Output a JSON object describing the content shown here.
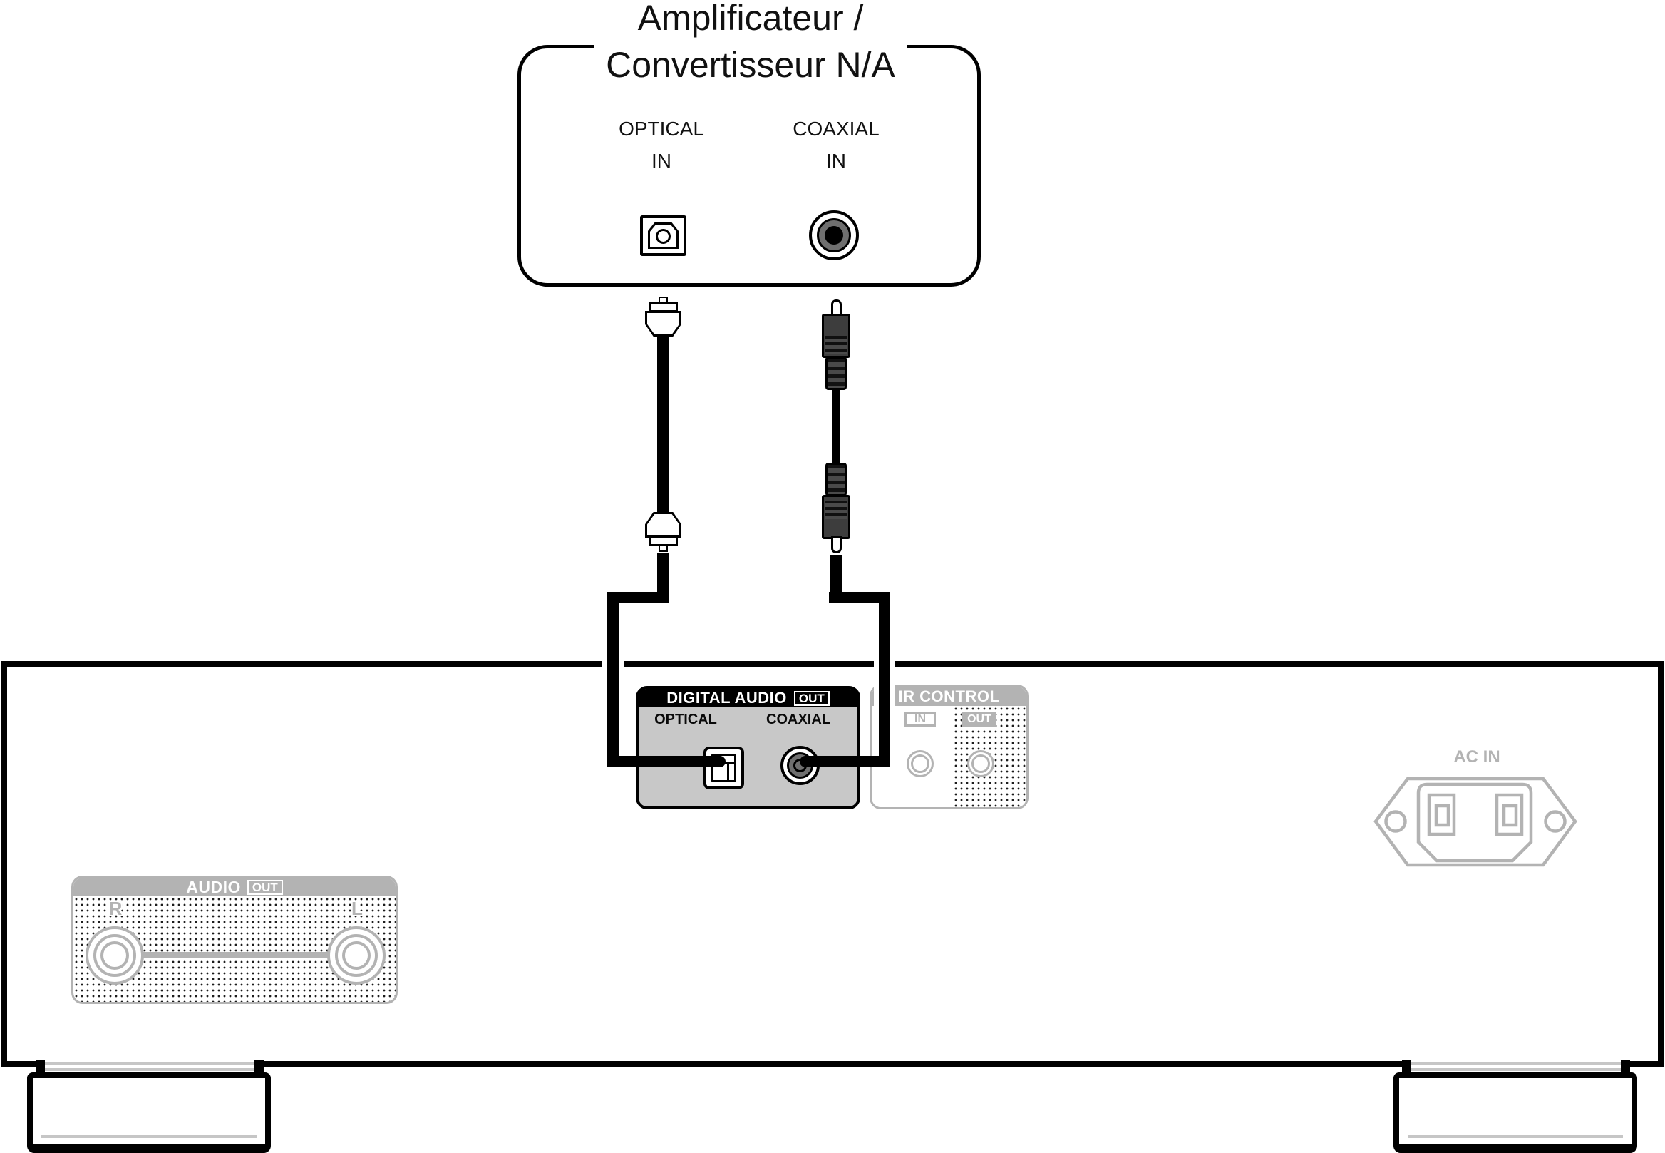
{
  "amplifier_box": {
    "title_line1": "Amplificateur /",
    "title_line2": "Convertisseur N/A",
    "ports": [
      {
        "label": "OPTICAL",
        "direction": "IN",
        "type": "optical"
      },
      {
        "label": "COAXIAL",
        "direction": "IN",
        "type": "coaxial"
      }
    ]
  },
  "device_panel": {
    "digital_audio": {
      "header": "DIGITAL AUDIO",
      "header_badge": "OUT",
      "ports": [
        {
          "label": "OPTICAL"
        },
        {
          "label": "COAXIAL"
        }
      ]
    },
    "ir_control": {
      "header": "IR CONTROL",
      "in_badge": "IN",
      "out_badge": "OUT"
    },
    "audio_out": {
      "header": "AUDIO",
      "header_badge": "OUT",
      "channel_right": "R",
      "channel_left": "L"
    },
    "ac_in": {
      "label": "AC IN"
    }
  },
  "colors": {
    "emphasis": "#000000",
    "deemphasized_gray": "#b3b3b3",
    "panel_fill_gray": "#c8c8c8",
    "plug_body_gray": "#3d3d3d",
    "coax_ring_gray": "#6f6f6f"
  }
}
